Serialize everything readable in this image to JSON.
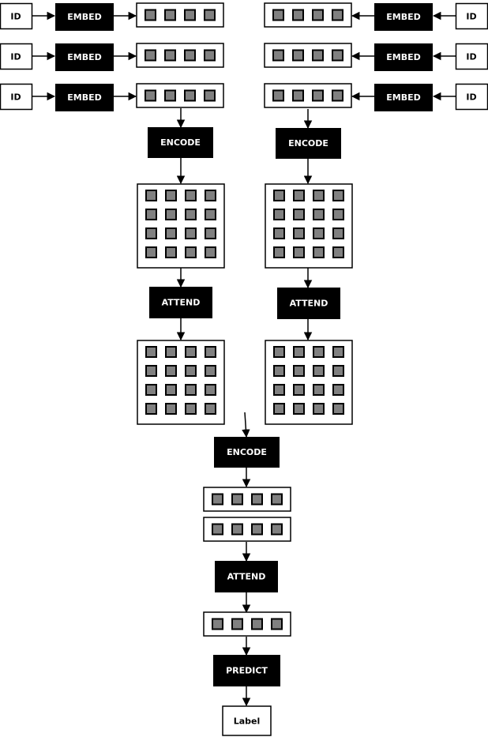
{
  "labels": {
    "id": "ID",
    "embed": "EMBED",
    "encode": "ENCODE",
    "attend": "ATTEND",
    "predict": "PREDICT",
    "output": "Label"
  },
  "colors": {
    "op_fill": "#000000",
    "op_text": "#ffffff",
    "cell_fill": "#808080",
    "cell_stroke": "#000000",
    "box_fill": "#ffffff",
    "line": "#000000"
  },
  "structure": {
    "inputs_per_side": 3,
    "vector_cells": 4,
    "matrix_rows": 4,
    "matrix_cols": 4,
    "merged_vectors": 2
  }
}
